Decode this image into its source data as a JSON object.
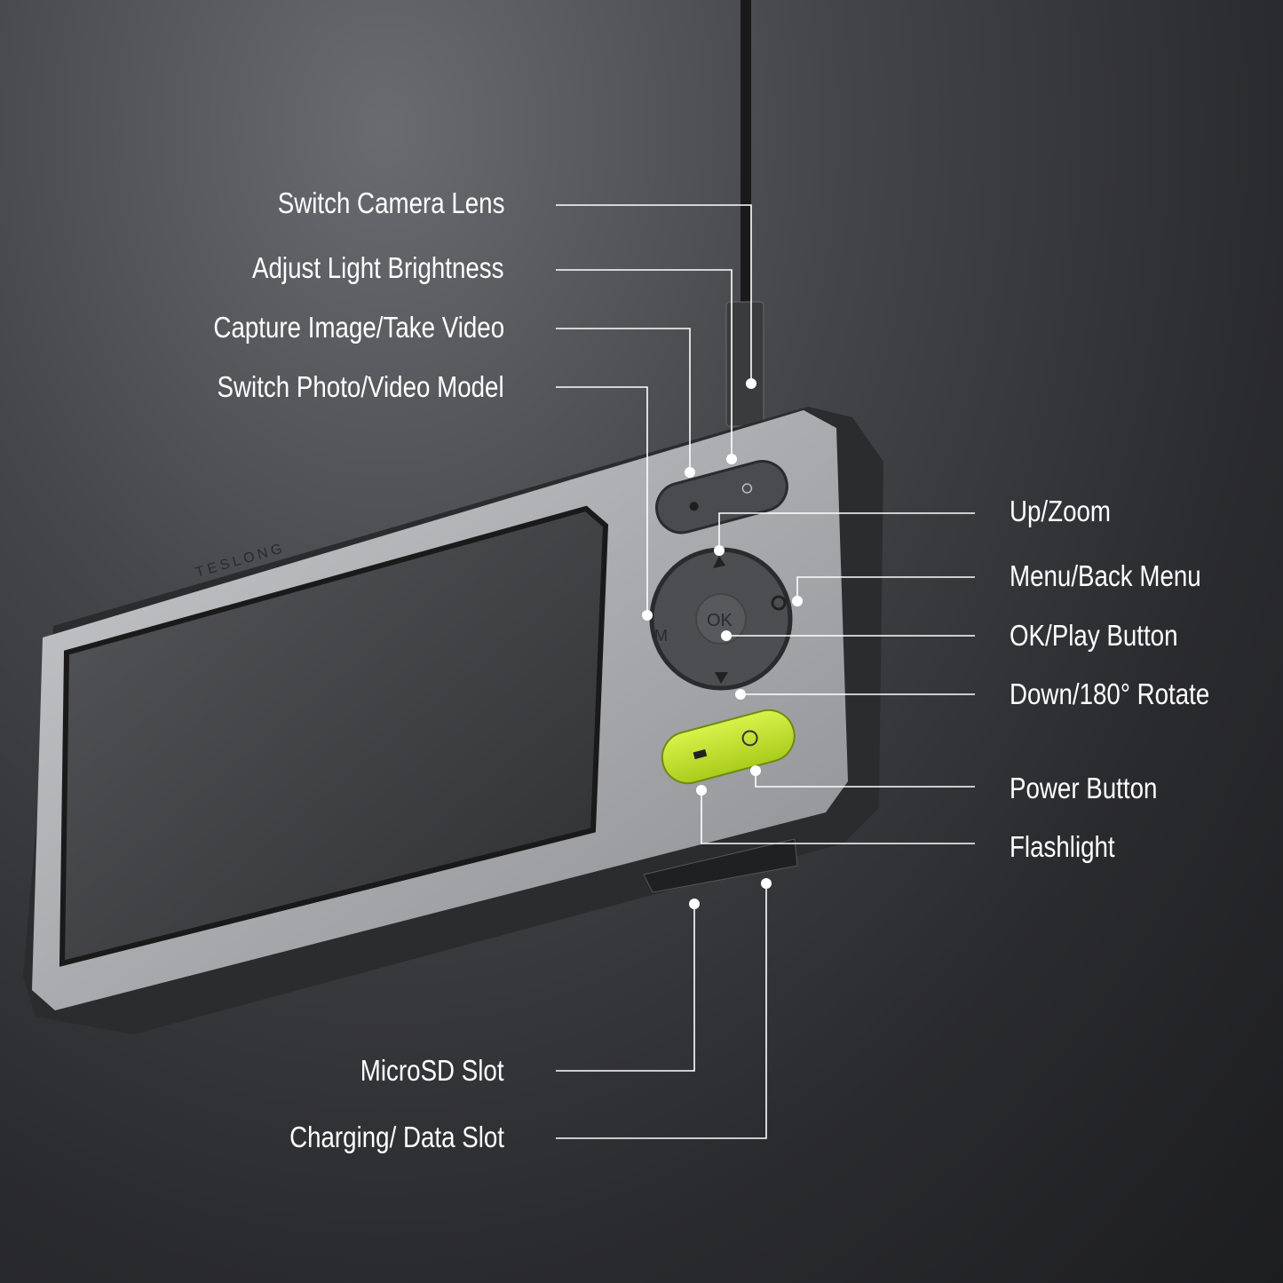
{
  "brand": "TESLONG",
  "device_buttons": {
    "ok": "OK",
    "mode": "M"
  },
  "labels_left": [
    "Switch Camera Lens",
    "Adjust Light Brightness",
    "Capture Image/Take Video",
    "Switch Photo/Video Model"
  ],
  "labels_right": [
    "Up/Zoom",
    "Menu/Back Menu",
    "OK/Play Button",
    "Down/180° Rotate",
    "Power Button",
    "Flashlight"
  ],
  "labels_bottom": [
    "MicroSD Slot",
    "Charging/ Data Slot"
  ],
  "colors": {
    "accent_green": "#c6e832",
    "callout": "#ffffff"
  }
}
